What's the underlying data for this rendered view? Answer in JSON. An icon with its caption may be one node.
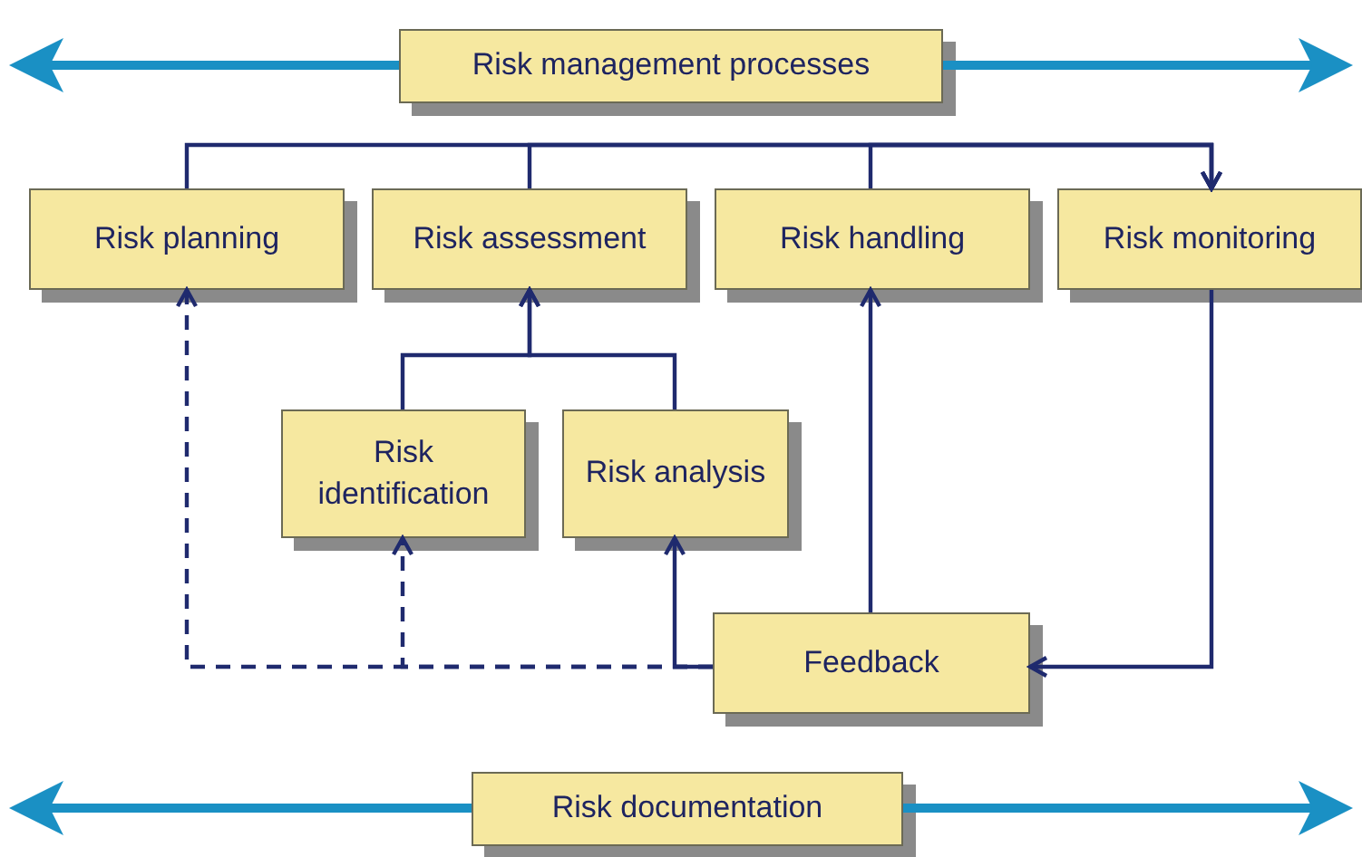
{
  "diagram": {
    "nodes": [
      {
        "text": [
          "Risk management processes"
        ]
      },
      {
        "text": [
          "Risk planning"
        ]
      },
      {
        "text": [
          "Risk assessment"
        ]
      },
      {
        "text": [
          "Risk handling"
        ]
      },
      {
        "text": [
          "Risk monitoring"
        ]
      },
      {
        "text": [
          "Risk identification"
        ]
      },
      {
        "text": [
          "Risk analysis"
        ]
      },
      {
        "text": [
          "Feedback"
        ]
      },
      {
        "text": [
          "Risk documentation"
        ]
      }
    ],
    "edges": [
      {
        "from": 0,
        "to": null,
        "arrow": "to",
        "style": "thick",
        "color": "#1a90c4"
      },
      {
        "from": 0,
        "to": null,
        "arrow": "to",
        "style": "thick",
        "color": "#1a90c4"
      },
      {
        "from": 8,
        "to": null,
        "arrow": "to",
        "style": "thick",
        "color": "#1a90c4"
      },
      {
        "from": 8,
        "to": null,
        "arrow": "to",
        "style": "thick",
        "color": "#1a90c4"
      },
      {
        "from": 1,
        "to": 4,
        "arrow": "to"
      },
      {
        "from": 2,
        "to": 4,
        "arrow": "to"
      },
      {
        "from": 3,
        "to": 4,
        "arrow": "to"
      },
      {
        "from": 5,
        "to": 2,
        "arrow": "to"
      },
      {
        "from": 6,
        "to": 2,
        "arrow": "to"
      },
      {
        "from": 4,
        "to": 7,
        "arrow": "to"
      },
      {
        "from": 7,
        "to": 3,
        "arrow": "to"
      },
      {
        "from": 7,
        "to": 6,
        "arrow": "to"
      },
      {
        "from": 7,
        "to": 5,
        "arrow": "to",
        "style": "dashed"
      },
      {
        "from": 7,
        "to": 1,
        "arrow": "to",
        "style": "dashed"
      }
    ]
  }
}
